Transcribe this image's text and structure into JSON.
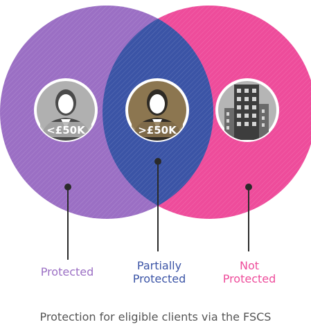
{
  "colors": {
    "protected": "#9b6fc4",
    "partial": "#3b54a6",
    "not_protected": "#ee4c9b",
    "person_grey": "#b0b0b0",
    "person_gold": "#8c7650",
    "building_grey": "#b5b5b5",
    "caption": "#555555"
  },
  "icons": {
    "left": {
      "name": "person-icon",
      "tag": "<£50K"
    },
    "middle": {
      "name": "person-icon",
      "tag": ">£50K"
    },
    "right": {
      "name": "building-icon"
    }
  },
  "labels": {
    "protected": "Protected",
    "partial_line1": "Partially",
    "partial_line2": "Protected",
    "not_line1": "Not",
    "not_line2": "Protected"
  },
  "caption": "Protection for eligible clients via the FSCS"
}
